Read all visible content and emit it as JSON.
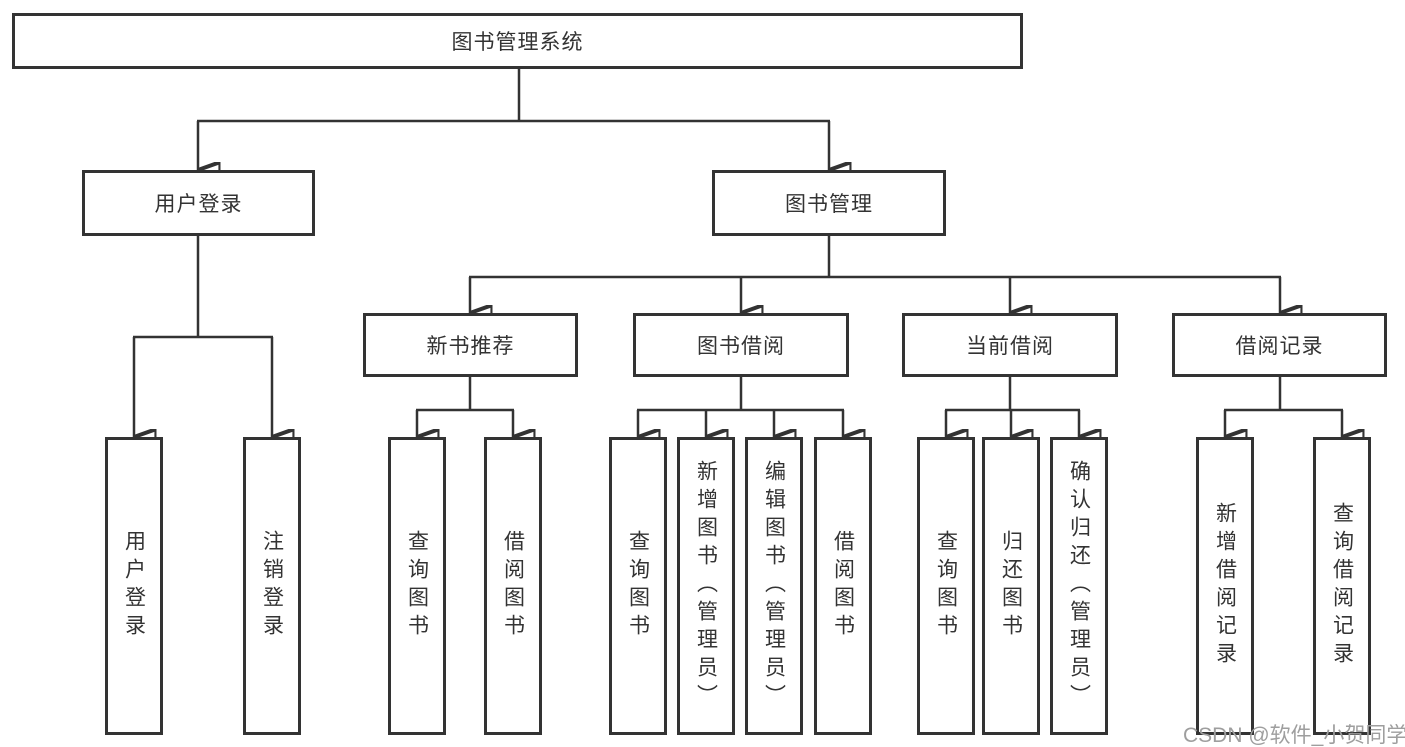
{
  "tree": {
    "root": {
      "label": "图书管理系统"
    },
    "children": [
      {
        "label": "用户登录",
        "children": [
          {
            "label": "用户登录"
          },
          {
            "label": "注销登录"
          }
        ]
      },
      {
        "label": "图书管理",
        "children": [
          {
            "label": "新书推荐",
            "children": [
              {
                "label": "查询图书"
              },
              {
                "label": "借阅图书"
              }
            ]
          },
          {
            "label": "图书借阅",
            "children": [
              {
                "label": "查询图书"
              },
              {
                "label": "新增图书（管理员）"
              },
              {
                "label": "编辑图书（管理员）"
              },
              {
                "label": "借阅图书"
              }
            ]
          },
          {
            "label": "当前借阅",
            "children": [
              {
                "label": "查询图书"
              },
              {
                "label": "归还图书"
              },
              {
                "label": "确认归还（管理员）"
              }
            ]
          },
          {
            "label": "借阅记录",
            "children": [
              {
                "label": "新增借阅记录"
              },
              {
                "label": "查询借阅记录"
              }
            ]
          }
        ]
      }
    ]
  },
  "watermark": {
    "text": "CSDN @软件_小贺同学"
  },
  "colors": {
    "line": "#333333",
    "box_border": "#333333",
    "text": "#333333",
    "watermark": "#9e9e9e",
    "background": "#ffffff"
  }
}
